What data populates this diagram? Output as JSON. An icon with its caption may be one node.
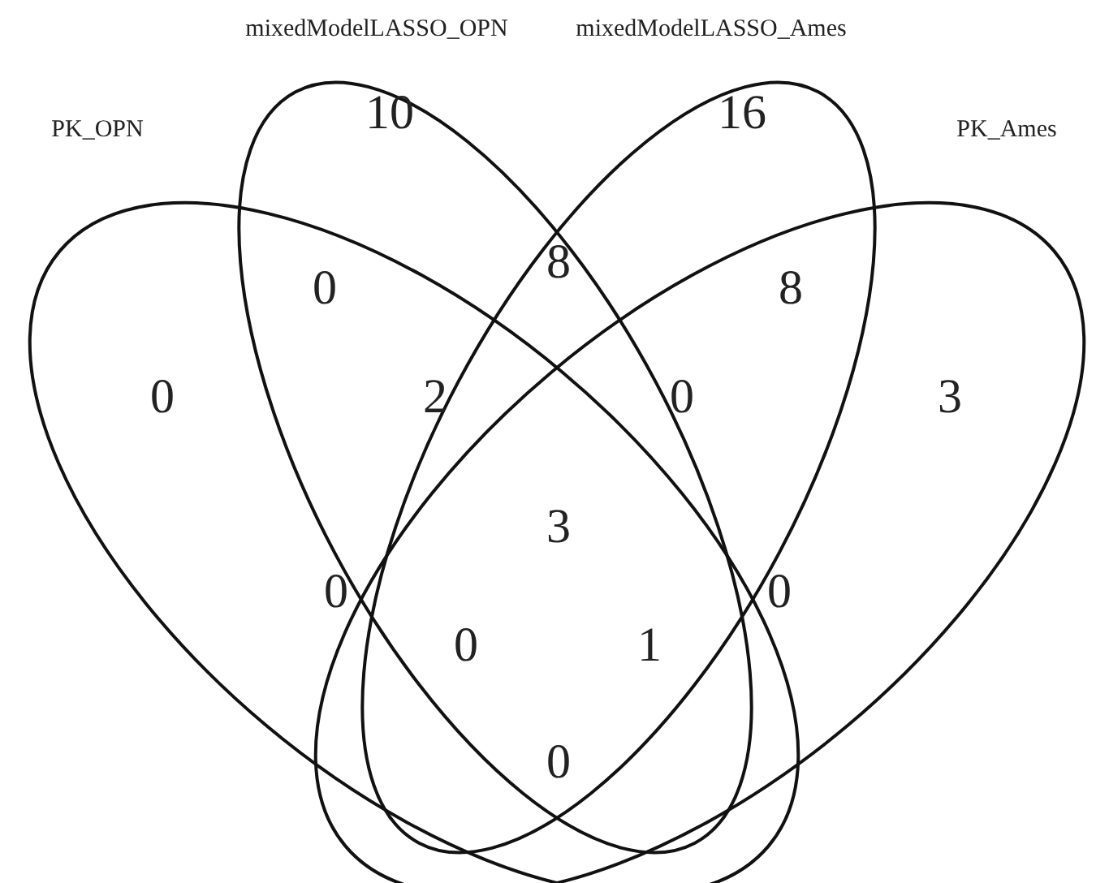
{
  "diagram": {
    "nodes": [
      {
        "text": [
          "PK_OPN"
        ]
      },
      {
        "text": [
          "mixedModelLASSO_OPN"
        ]
      },
      {
        "text": [
          "mixedModelLASSO_Ames"
        ]
      },
      {
        "text": [
          "PK_Ames"
        ]
      }
    ],
    "labels": [
      "10",
      "16",
      "8",
      "0",
      "8",
      "0",
      "2",
      "0",
      "3",
      "3",
      "0",
      "0",
      "0",
      "1",
      "0"
    ]
  }
}
